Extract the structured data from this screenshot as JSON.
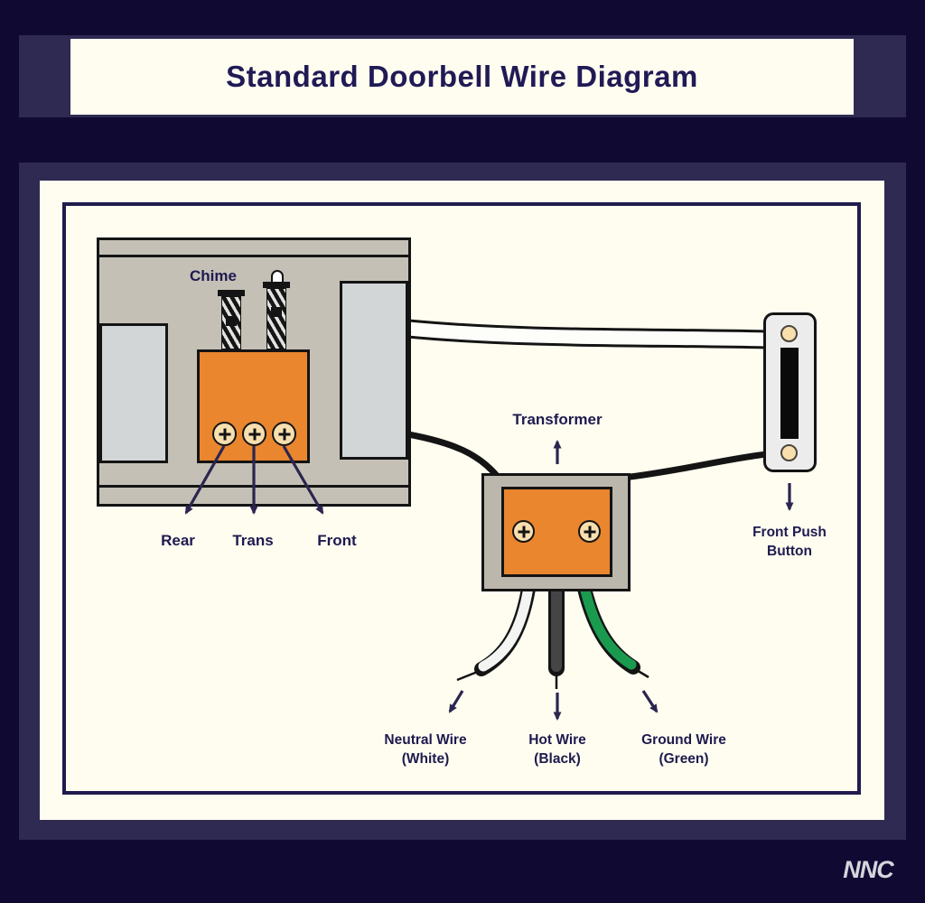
{
  "title": "Standard Doorbell Wire Diagram",
  "diagram": {
    "chime": {
      "label": "Chime",
      "terminals": [
        "Rear",
        "Trans",
        "Front"
      ]
    },
    "transformer": {
      "label": "Transformer"
    },
    "push_button": {
      "label_line1": "Front Push",
      "label_line2": "Button"
    },
    "wires": [
      {
        "line1": "Neutral Wire",
        "line2": "(White)",
        "color": "#f4f4f2"
      },
      {
        "line1": "Hot Wire",
        "line2": "(Black)",
        "color": "#454545"
      },
      {
        "line1": "Ground Wire",
        "line2": "(Green)",
        "color": "#1a9a4e"
      }
    ]
  },
  "logo": "NNC",
  "colors": {
    "background_navy": "#100a33",
    "frame_navy": "#2e2a52",
    "cream": "#fffdf0",
    "text_navy": "#1e1a4f",
    "component_gray": "#c5c0b6",
    "panel_gray": "#d3d6d7",
    "orange": "#e9862e",
    "screw_cream": "#f8dfae",
    "green_wire": "#1a9a4e",
    "arrow_navy": "#2b2550"
  }
}
